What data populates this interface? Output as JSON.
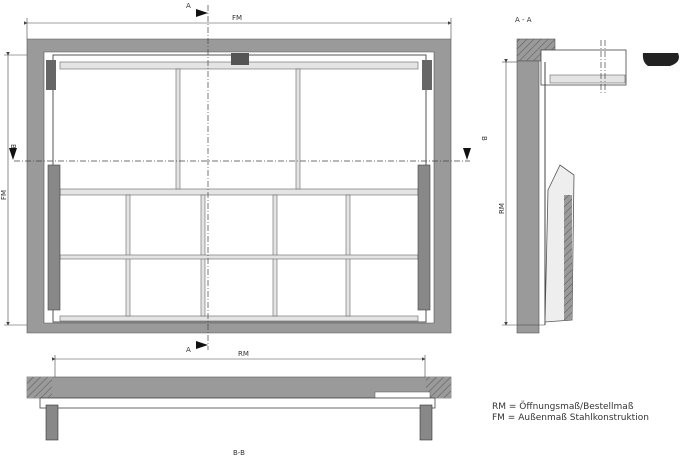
{
  "front_view": {
    "section_mark_top": "A",
    "section_mark_bottom": "A",
    "section_mark_left": "B",
    "section_mark_right": "B",
    "width_label": "FM",
    "height_label": "FM"
  },
  "section_a": {
    "title": "A - A",
    "height_label": "RM"
  },
  "section_b": {
    "title": "B-B",
    "width_label": "RM"
  },
  "legend": {
    "line1": "RM = Öffnungsmaß/Bestellmaß",
    "line2": "FM = Außenmaß Stahlkonstruktion"
  },
  "colors": {
    "wall": "#9a9a9a",
    "line": "#444444",
    "glass": "#ffffff"
  }
}
